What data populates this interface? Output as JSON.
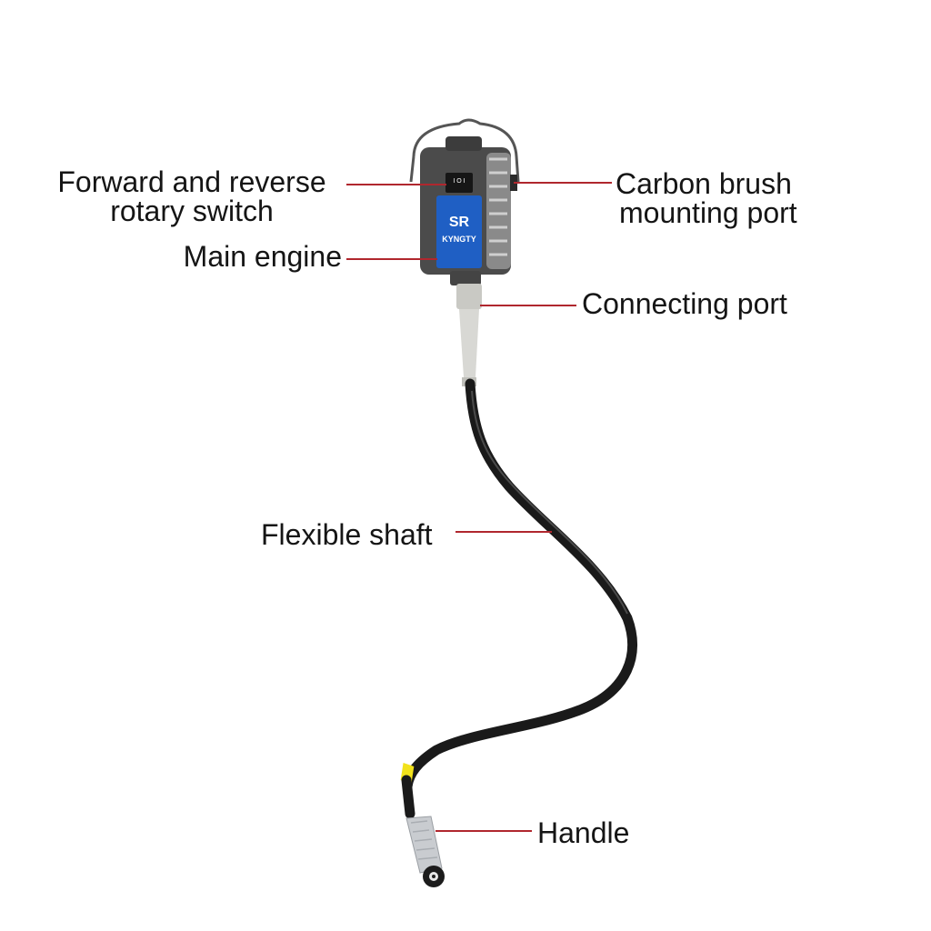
{
  "diagram": {
    "subject": "Flexible shaft rotary tool (hanging motor)",
    "motor_label_panel": {
      "model": "SR",
      "brand": "KYNGTY",
      "switch_text": "I O I"
    },
    "callouts": [
      {
        "id": "switch",
        "lines": [
          "Forward and reverse",
          "rotary switch"
        ]
      },
      {
        "id": "carbon",
        "lines": [
          "Carbon brush",
          "mounting port"
        ]
      },
      {
        "id": "engine",
        "lines": [
          "Main engine"
        ]
      },
      {
        "id": "connecting",
        "lines": [
          "Connecting port"
        ]
      },
      {
        "id": "shaft",
        "lines": [
          "Flexible shaft"
        ]
      },
      {
        "id": "handle",
        "lines": [
          "Handle"
        ]
      }
    ],
    "colors": {
      "leader_line": "#b0272e",
      "label_blue": "#1f5fc4",
      "motor_body": "#5a5a5a",
      "shaft": "#1a1a1a",
      "band": "#f2e21b",
      "connector": "#d6d6d2",
      "handle_metal": "#c9ccd0"
    }
  }
}
